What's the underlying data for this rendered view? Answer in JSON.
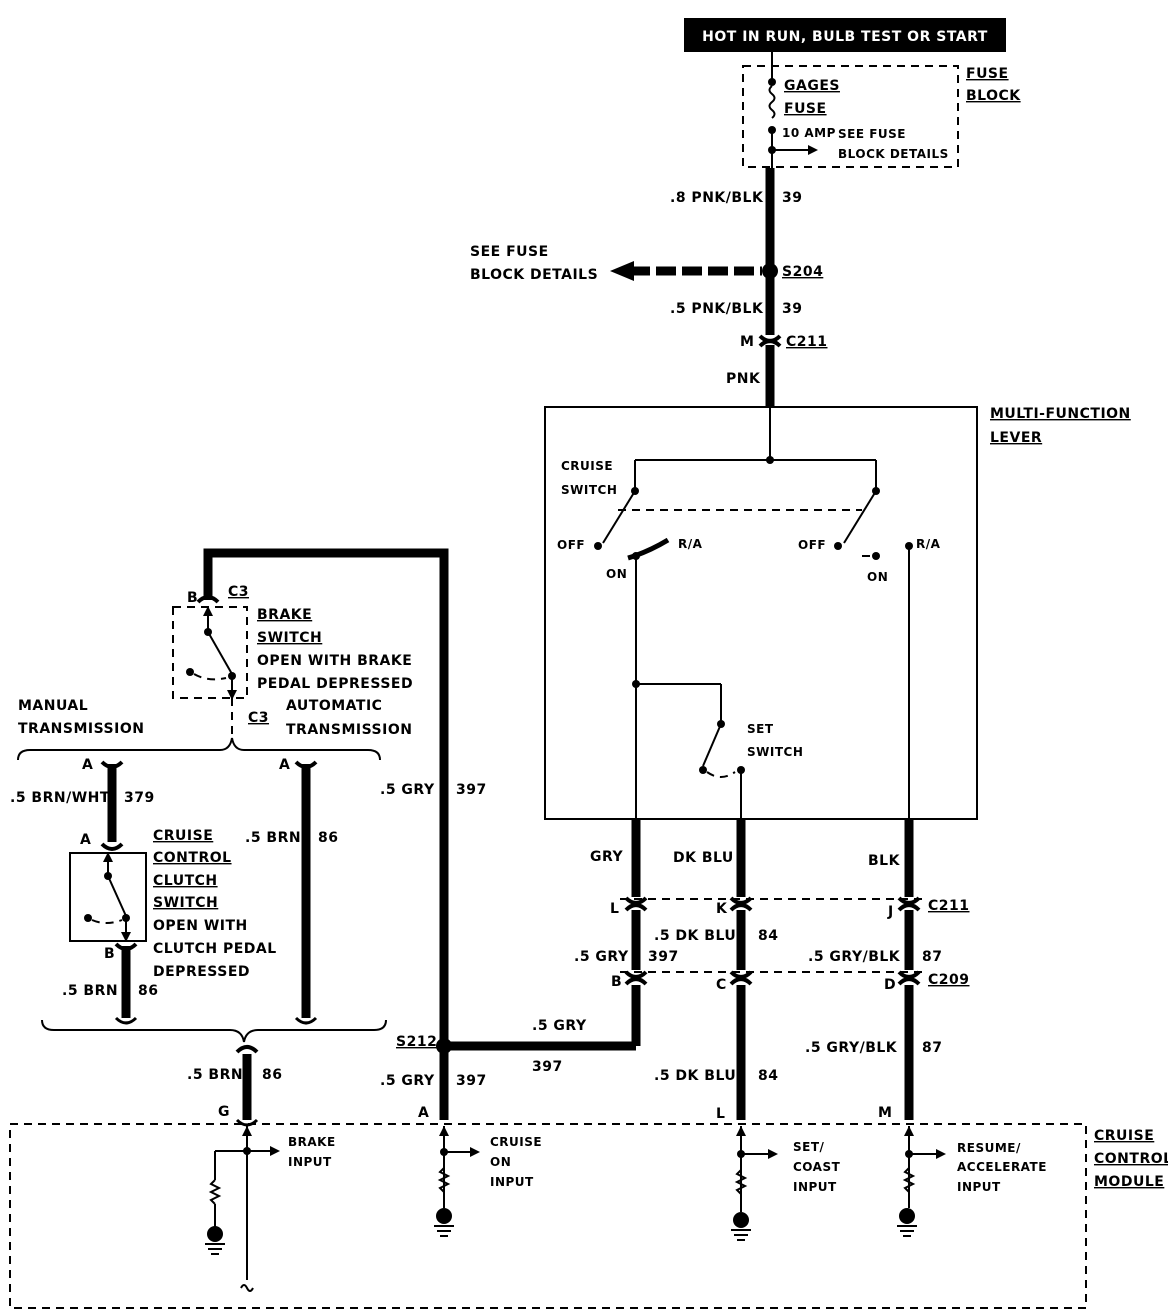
{
  "power": {
    "header": "HOT IN RUN,   BULB TEST OR START"
  },
  "fuse_block": {
    "fuse_line1": "GAGES",
    "fuse_line2": "FUSE",
    "rating": "10 AMP",
    "see_line1": "SEE FUSE",
    "see_line2": "BLOCK DETAILS",
    "title_line1": "FUSE",
    "title_line2": "BLOCK"
  },
  "wires": {
    "w39a_gauge": ".8 PNK/BLK",
    "w39a_num": "39",
    "w39b_gauge": ".5 PNK/BLK",
    "w39b_num": "39",
    "pnk": "PNK",
    "gry": "GRY",
    "dkblu": "DK BLU",
    "blk": "BLK",
    "w397_a": ".5 GRY",
    "w397_a_num": "397",
    "w84_a": ".5 DK BLU",
    "w84_a_num": "84",
    "w87_a": ".5 GRY/BLK",
    "w87_a_num": "87",
    "w397_left": ".5 GRY",
    "w397_left_num": "397",
    "w397_s212": ".5 GRY",
    "w397_s212_num": "397",
    "w397_mod": ".5 GRY",
    "w397_mod_num": "397",
    "w84_b": ".5 DK BLU",
    "w84_b_num": "84",
    "w87_b": ".5 GRY/BLK",
    "w87_b_num": "87",
    "w379": ".5 BRN/WHT",
    "w379_num": "379",
    "w86_auto": ".5 BRN",
    "w86_auto_num": "86",
    "w86_clutch": ".5 BRN",
    "w86_clutch_num": "86",
    "w86_mod": ".5 BRN",
    "w86_mod_num": "86"
  },
  "splices": {
    "s204": "S204",
    "s204_see1": "SEE FUSE",
    "s204_see2": "BLOCK DETAILS",
    "s212": "S212"
  },
  "connectors": {
    "c211": "C211",
    "c211_pin_m": "M",
    "c211_b": "C211",
    "pin_l": "L",
    "pin_k": "K",
    "pin_j": "J",
    "c209": "C209",
    "pin_b": "B",
    "pin_c": "C",
    "pin_d": "D",
    "c3_top": "C3",
    "c3_pin_b": "B",
    "c3_bottom": "C3",
    "pin_a_manual": "A",
    "pin_a_auto": "A",
    "pin_a_clutch": "A",
    "pin_b_clutch": "B",
    "mod_g": "G",
    "mod_a": "A",
    "mod_l": "L",
    "mod_m": "M"
  },
  "multifunction": {
    "title1": "MULTI-FUNCTION",
    "title2": "LEVER",
    "cruise1": "CRUISE",
    "cruise2": "SWITCH",
    "off_l": "OFF",
    "ra_l": "R/A",
    "on_l": "ON",
    "off_r": "OFF",
    "ra_r": "R/A",
    "on_r": "ON",
    "set1": "SET",
    "set2": "SWITCH"
  },
  "brake_switch": {
    "l1": "BRAKE",
    "l2": "SWITCH",
    "l3": "OPEN WITH BRAKE",
    "l4": "PEDAL DEPRESSED"
  },
  "transmission": {
    "manual1": "MANUAL",
    "manual2": "TRANSMISSION",
    "auto1": "AUTOMATIC",
    "auto2": "TRANSMISSION"
  },
  "clutch_switch": {
    "l1": "CRUISE",
    "l2": "CONTROL",
    "l3": "CLUTCH",
    "l4": "SWITCH",
    "l5": "OPEN WITH",
    "l6": "CLUTCH PEDAL",
    "l7": "DEPRESSED"
  },
  "module": {
    "title1": "CRUISE",
    "title2": "CONTROL",
    "title3": "MODULE",
    "brake1": "BRAKE",
    "brake2": "INPUT",
    "cruise1": "CRUISE",
    "cruise2": "ON",
    "cruise3": "INPUT",
    "set1": "SET/",
    "set2": "COAST",
    "set3": "INPUT",
    "res1": "RESUME/",
    "res2": "ACCELERATE",
    "res3": "INPUT"
  }
}
